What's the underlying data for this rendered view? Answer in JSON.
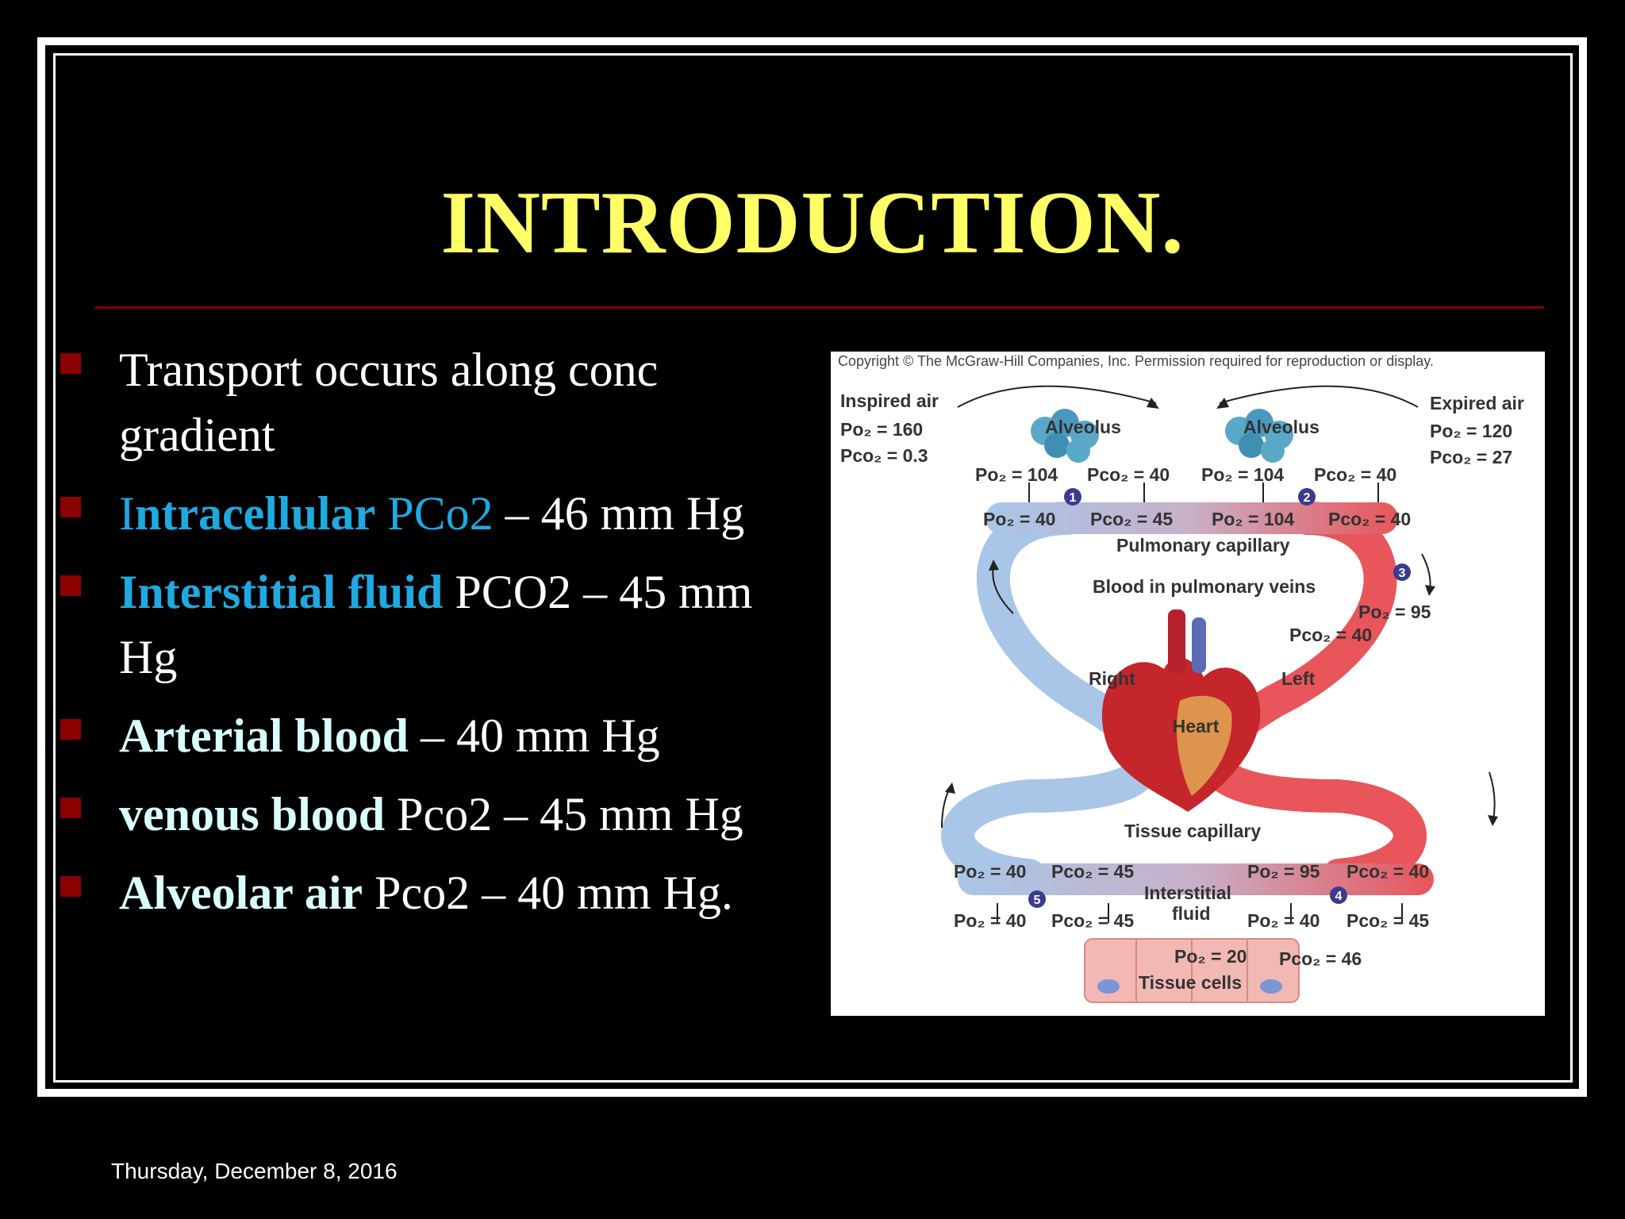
{
  "slide": {
    "title": "INTRODUCTION.",
    "date": "Thursday, December 8, 2016"
  },
  "bullets": [
    {
      "text": "Transport occurs along conc gradient"
    },
    {
      "term_a": "I",
      "term_b": "ntracellular",
      "term_c": " PCo2",
      "rest": " – 46 mm Hg"
    },
    {
      "term": "Interstitial fluid",
      "rest": " PCO2 – 45 mm Hg"
    },
    {
      "term": "Arterial blood",
      "rest": " – 40 mm Hg"
    },
    {
      "term": "venous blood",
      "rest": " Pco2 – 45 mm Hg"
    },
    {
      "term": "Alveolar air",
      "rest": " Pco2 – 40 mm Hg."
    }
  ],
  "diagram": {
    "copyright": "Copyright © The McGraw-Hill Companies, Inc. Permission required for reproduction or display.",
    "inspired": {
      "label": "Inspired air",
      "po2": "Po₂ = 160",
      "pco2": "Pco₂ = 0.3"
    },
    "expired": {
      "label": "Expired air",
      "po2": "Po₂ = 120",
      "pco2": "Pco₂ = 27"
    },
    "alveolus_left": "Alveolus",
    "alveolus_right": "Alveolus",
    "alv_values": {
      "l_po2": "Po₂ = 104",
      "l_pco2": "Pco₂ = 40",
      "r_po2": "Po₂ = 104",
      "r_pco2": "Pco₂ = 40"
    },
    "cap_values": {
      "l_po2": "Po₂ = 40",
      "l_pco2": "Pco₂ = 45",
      "r_po2": "Po₂ = 104",
      "r_pco2": "Pco₂ = 40"
    },
    "pulmonary_capillary": "Pulmonary capillary",
    "pulmonary_veins": "Blood in pulmonary veins",
    "vein_po2": "Po₂ = 95",
    "vein_pco2": "Pco₂ = 40",
    "right": "Right",
    "left": "Left",
    "heart": "Heart",
    "tissue_capillary": "Tissue capillary",
    "tissue_top": {
      "l_po2": "Po₂ = 40",
      "l_pco2": "Pco₂ = 45",
      "r_po2": "Po₂ = 95",
      "r_pco2": "Pco₂ = 40"
    },
    "tissue_bottom": {
      "l_po2": "Po₂ = 40",
      "l_pco2": "Pco₂ = 45",
      "r_po2": "Po₂ = 40",
      "r_pco2": "Pco₂ = 45"
    },
    "interstitial_1": "Interstitial",
    "interstitial_2": "fluid",
    "cell_po2": "Po₂ = 20",
    "cell_pco2": "Pco₂ = 46",
    "tissue_cells": "Tissue cells",
    "badges": [
      "1",
      "2",
      "3",
      "4",
      "5"
    ],
    "colors": {
      "venous": "#a9c6e8",
      "arterial": "#e8555a",
      "badge": "#3b3b8f"
    }
  }
}
